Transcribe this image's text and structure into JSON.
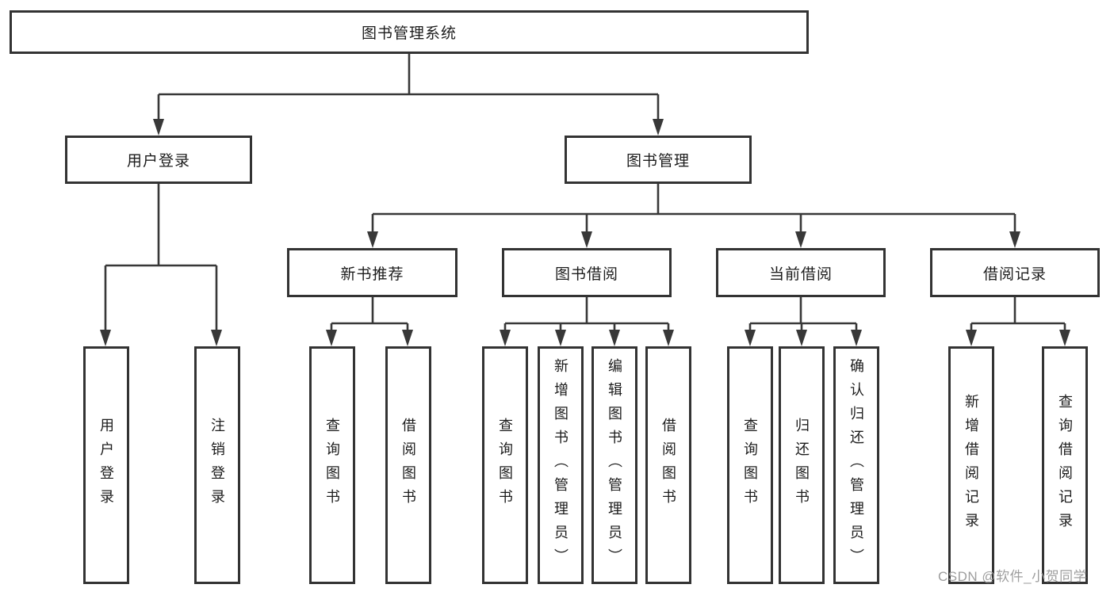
{
  "diagram": {
    "colors": {
      "line": "#383838",
      "box_border": "#333333",
      "box_fill": "#ffffff",
      "text": "#1c1c1c",
      "watermark": "#9e9e9e"
    },
    "nodes": {
      "root": {
        "label": "图书管理系统"
      },
      "userLogin": {
        "label": "用户登录"
      },
      "bookMgmt": {
        "label": "图书管理"
      },
      "newBookRec": {
        "label": "新书推荐"
      },
      "bookBorrow": {
        "label": "图书借阅"
      },
      "currentBorrow": {
        "label": "当前借阅"
      },
      "borrowRecords": {
        "label": "借阅记录"
      },
      "leafUserLogin": {
        "label": "用户登录"
      },
      "leafLogout": {
        "label": "注销登录"
      },
      "recQuery": {
        "label": "查询图书"
      },
      "recBorrow": {
        "label": "借阅图书"
      },
      "bbQuery": {
        "label": "查询图书"
      },
      "bbAdd": {
        "label": "新增图书（管理员）"
      },
      "bbEdit": {
        "label": "编辑图书（管理员）"
      },
      "bbBorrow": {
        "label": "借阅图书"
      },
      "cbQuery": {
        "label": "查询图书"
      },
      "cbReturn": {
        "label": "归还图书"
      },
      "cbConfirm": {
        "label": "确认归还（管理员）"
      },
      "brAdd": {
        "label": "新增借阅记录"
      },
      "brQuery": {
        "label": "查询借阅记录"
      }
    },
    "watermark": "CSDN @软件_小贺同学"
  }
}
